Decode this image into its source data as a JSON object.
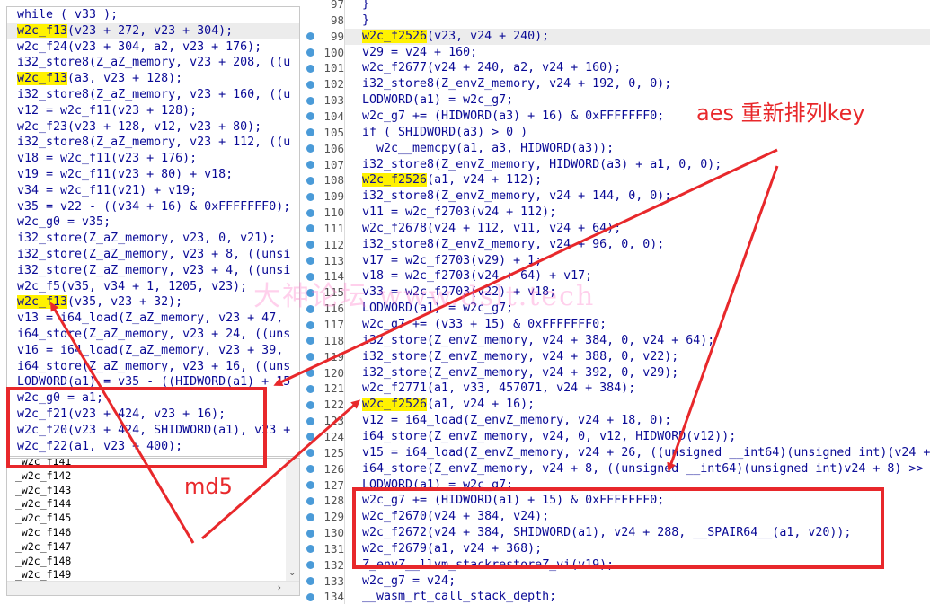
{
  "left_code": [
    "while ( v33 );",
    "w2c_f13(v23 + 272, v23 + 304);",
    "w2c_f24(v23 + 304, a2, v23 + 176);",
    "i32_store8(Z_aZ_memory, v23 + 208, ((u",
    "w2c_f13(a3, v23 + 128);",
    "i32_store8(Z_aZ_memory, v23 + 160, ((u",
    "v12 = w2c_f11(v23 + 128);",
    "w2c_f23(v23 + 128, v12, v23 + 80);",
    "i32_store8(Z_aZ_memory, v23 + 112, ((u",
    "v18 = w2c_f11(v23 + 176);",
    "v19 = w2c_f11(v23 + 80) + v18;",
    "v34 = w2c_f11(v21) + v19;",
    "v35 = v22 - ((v34 + 16) & 0xFFFFFFF0);",
    "w2c_g0 = v35;",
    "i32_store(Z_aZ_memory, v23, 0, v21);",
    "i32_store(Z_aZ_memory, v23 + 8, ((unsi",
    "i32_store(Z_aZ_memory, v23 + 4, ((unsi",
    "w2c_f5(v35, v34 + 1, 1205, v23);",
    "w2c_f13(v35, v23 + 32);",
    "v13 = i64_load(Z_aZ_memory, v23 + 47,",
    "i64_store(Z_aZ_memory, v23 + 24, ((uns",
    "v16 = i64_load(Z_aZ_memory, v23 + 39,",
    "i64_store(Z_aZ_memory, v23 + 16, ((uns",
    "LODWORD(a1) = v35 - ((HIDWORD(a1) + 15",
    "w2c_g0 = a1;",
    "w2c_f21(v23 + 424, v23 + 16);",
    "w2c_f20(v23 + 424, SHIDWORD(a1), v23 +",
    "w2c_f22(a1, v23 + 400);"
  ],
  "left_list": [
    "_w2c_f141",
    "_w2c_f142",
    "_w2c_f143",
    "_w2c_f144",
    "_w2c_f145",
    "_w2c_f146",
    "_w2c_f147",
    "_w2c_f148",
    "_w2c_f149"
  ],
  "right_lines": [
    {
      "n": "97",
      "t": "}"
    },
    {
      "n": "98",
      "t": "}"
    },
    {
      "n": "99",
      "t": "w2c_f2526(v23, v24 + 240);"
    },
    {
      "n": "100",
      "t": "v29 = v24 + 160;"
    },
    {
      "n": "101",
      "t": "w2c_f2677(v24 + 240, a2, v24 + 160);"
    },
    {
      "n": "102",
      "t": "i32_store8(Z_envZ_memory, v24 + 192, 0, 0);"
    },
    {
      "n": "103",
      "t": "LODWORD(a1) = w2c_g7;"
    },
    {
      "n": "104",
      "t": "w2c_g7 += (HIDWORD(a3) + 16) & 0xFFFFFFF0;"
    },
    {
      "n": "105",
      "t": "if ( SHIDWORD(a3) > 0 )"
    },
    {
      "n": "106",
      "t": "  w2c__memcpy(a1, a3, HIDWORD(a3));"
    },
    {
      "n": "107",
      "t": "i32_store8(Z_envZ_memory, HIDWORD(a3) + a1, 0, 0);"
    },
    {
      "n": "108",
      "t": "w2c_f2526(a1, v24 + 112);"
    },
    {
      "n": "109",
      "t": "i32_store8(Z_envZ_memory, v24 + 144, 0, 0);"
    },
    {
      "n": "110",
      "t": "v11 = w2c_f2703(v24 + 112);"
    },
    {
      "n": "111",
      "t": "w2c_f2678(v24 + 112, v11, v24 + 64);"
    },
    {
      "n": "112",
      "t": "i32_store8(Z_envZ_memory, v24 + 96, 0, 0);"
    },
    {
      "n": "113",
      "t": "v17 = w2c_f2703(v29) + 1;"
    },
    {
      "n": "114",
      "t": "v18 = w2c_f2703(v24 + 64) + v17;"
    },
    {
      "n": "115",
      "t": "v33 = w2c_f2703(v22) + v18;"
    },
    {
      "n": "116",
      "t": "LODWORD(a1) = w2c_g7;"
    },
    {
      "n": "117",
      "t": "w2c_g7 += (v33 + 15) & 0xFFFFFFF0;"
    },
    {
      "n": "118",
      "t": "i32_store(Z_envZ_memory, v24 + 384, 0, v24 + 64);"
    },
    {
      "n": "119",
      "t": "i32_store(Z_envZ_memory, v24 + 388, 0, v22);"
    },
    {
      "n": "120",
      "t": "i32_store(Z_envZ_memory, v24 + 392, 0, v29);"
    },
    {
      "n": "121",
      "t": "w2c_f2771(a1, v33, 457071, v24 + 384);"
    },
    {
      "n": "122",
      "t": "w2c_f2526(a1, v24 + 16);"
    },
    {
      "n": "123",
      "t": "v12 = i64_load(Z_envZ_memory, v24 + 18, 0);"
    },
    {
      "n": "124",
      "t": "i64_store(Z_envZ_memory, v24, 0, v12, HIDWORD(v12));"
    },
    {
      "n": "125",
      "t": "v15 = i64_load(Z_envZ_memory, v24 + 26, ((unsigned __int64)(unsigned int)(v24 +"
    },
    {
      "n": "126",
      "t": "i64_store(Z_envZ_memory, v24 + 8, ((unsigned __int64)(unsigned int)v24 + 8) >>"
    },
    {
      "n": "127",
      "t": "LODWORD(a1) = w2c_g7;"
    },
    {
      "n": "128",
      "t": "w2c_g7 += (HIDWORD(a1) + 15) & 0xFFFFFFF0;"
    },
    {
      "n": "129",
      "t": "w2c_f2670(v24 + 384, v24);"
    },
    {
      "n": "130",
      "t": "w2c_f2672(v24 + 384, SHIDWORD(a1), v24 + 288, __SPAIR64__(a1, v20));"
    },
    {
      "n": "131",
      "t": "w2c_f2679(a1, v24 + 368);"
    },
    {
      "n": "132",
      "t": "Z_envZ__llvm_stackrestoreZ_vi(v19);"
    },
    {
      "n": "133",
      "t": "w2c_g7 = v24;"
    },
    {
      "n": "134",
      "t": "__wasm_rt_call_stack_depth;"
    }
  ],
  "annotations": {
    "aes": "aes 重新排列key",
    "md5": "md5"
  },
  "watermark": "大神论坛 www.dslt.tech",
  "colors": {
    "code": "#0a0a96",
    "box": "#e8282b",
    "highlight": "#fff200",
    "breakpoint": "#4b9bd8"
  }
}
